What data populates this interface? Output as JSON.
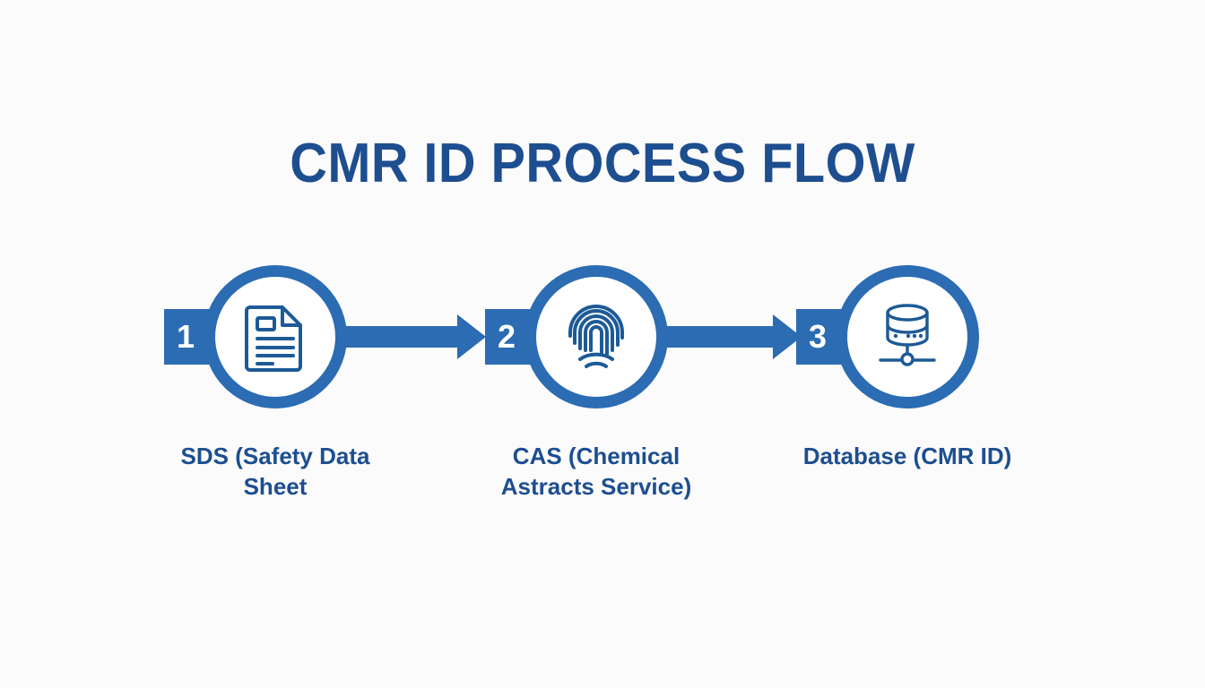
{
  "page": {
    "title": "CMR ID PROCESS FLOW",
    "background_color": "#fbfbfc",
    "accent_color": "#2b6cb3",
    "text_color": "#1d4e8f"
  },
  "flow": {
    "steps": [
      {
        "number": "1",
        "icon": "document-icon",
        "label": "SDS (Safety Data Sheet"
      },
      {
        "number": "2",
        "icon": "fingerprint-icon",
        "label": "CAS (Chemical Astracts Service)"
      },
      {
        "number": "3",
        "icon": "database-icon",
        "label": "Database (CMR ID)"
      }
    ],
    "connectors": [
      {
        "name": "arrow-step1-to-step2",
        "direction": "right"
      },
      {
        "name": "arrow-step2-to-step3",
        "direction": "right"
      }
    ]
  }
}
